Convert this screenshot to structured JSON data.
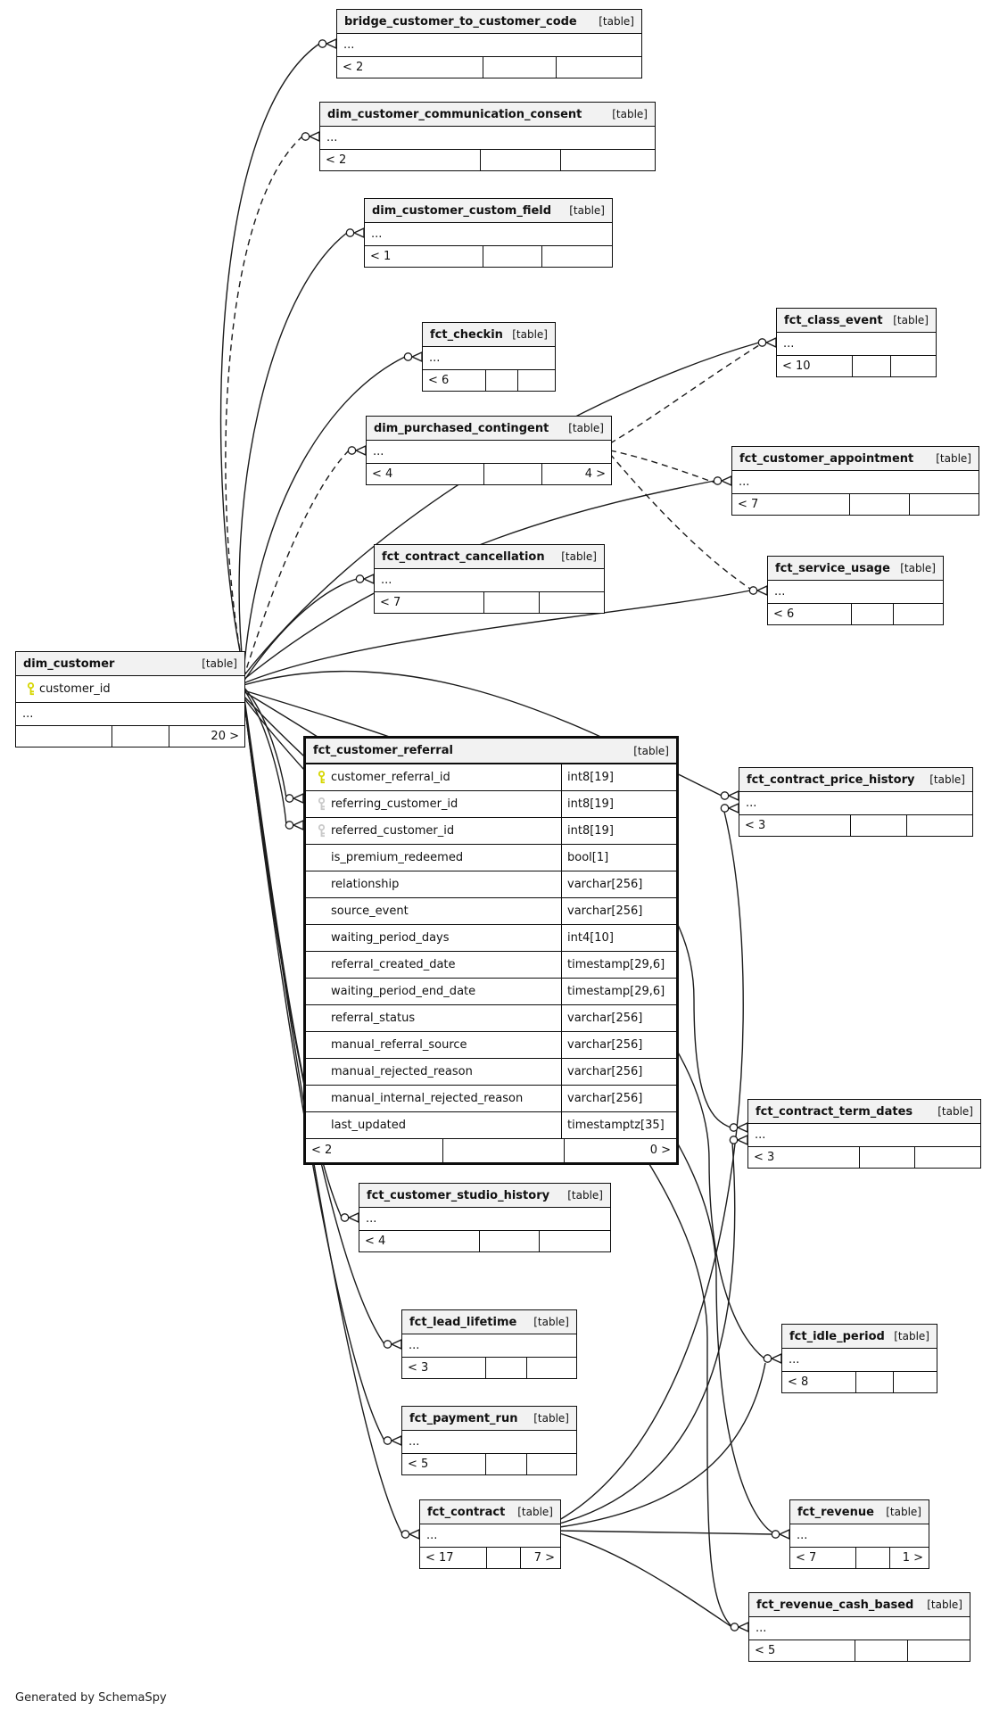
{
  "page": {
    "credit": "Generated by SchemaSpy"
  },
  "colors": {
    "header_bg": "#f2f2f2",
    "line": "#1c1c1c",
    "pk_key": "#d6d600",
    "fk_key": "#c9c9c9"
  },
  "tables": {
    "bridge": {
      "name": "bridge_customer_to_customer_code",
      "tag": "[table]",
      "ellipsis": "...",
      "footer_left": "< 2",
      "footer_mid": "",
      "footer_right": ""
    },
    "consent": {
      "name": "dim_customer_communication_consent",
      "tag": "[table]",
      "ellipsis": "...",
      "footer_left": "< 2",
      "footer_mid": "",
      "footer_right": ""
    },
    "custom_field": {
      "name": "dim_customer_custom_field",
      "tag": "[table]",
      "ellipsis": "...",
      "footer_left": "< 1",
      "footer_mid": "",
      "footer_right": ""
    },
    "class_event": {
      "name": "fct_class_event",
      "tag": "[table]",
      "ellipsis": "...",
      "footer_left": "< 10",
      "footer_mid": "",
      "footer_right": ""
    },
    "checkin": {
      "name": "fct_checkin",
      "tag": "[table]",
      "ellipsis": "...",
      "footer_left": "< 6",
      "footer_mid": "",
      "footer_right": ""
    },
    "contingent": {
      "name": "dim_purchased_contingent",
      "tag": "[table]",
      "ellipsis": "...",
      "footer_left": "< 4",
      "footer_mid": "",
      "footer_right": "4 >"
    },
    "appointment": {
      "name": "fct_customer_appointment",
      "tag": "[table]",
      "ellipsis": "...",
      "footer_left": "< 7",
      "footer_mid": "",
      "footer_right": ""
    },
    "cancellation": {
      "name": "fct_contract_cancellation",
      "tag": "[table]",
      "ellipsis": "...",
      "footer_left": "< 7",
      "footer_mid": "",
      "footer_right": ""
    },
    "service_usage": {
      "name": "fct_service_usage",
      "tag": "[table]",
      "ellipsis": "...",
      "footer_left": "< 6",
      "footer_mid": "",
      "footer_right": ""
    },
    "dim_customer": {
      "name": "dim_customer",
      "tag": "[table]",
      "pk_column": "customer_id",
      "ellipsis": "...",
      "footer_left": "",
      "footer_mid": "",
      "footer_right": "20 >"
    },
    "referral": {
      "name": "fct_customer_referral",
      "tag": "[table]",
      "columns": [
        {
          "name": "customer_referral_id",
          "type": "int8[19]",
          "key": "pk"
        },
        {
          "name": "referring_customer_id",
          "type": "int8[19]",
          "key": "fk"
        },
        {
          "name": "referred_customer_id",
          "type": "int8[19]",
          "key": "fk"
        },
        {
          "name": "is_premium_redeemed",
          "type": "bool[1]",
          "key": ""
        },
        {
          "name": "relationship",
          "type": "varchar[256]",
          "key": ""
        },
        {
          "name": "source_event",
          "type": "varchar[256]",
          "key": ""
        },
        {
          "name": "waiting_period_days",
          "type": "int4[10]",
          "key": ""
        },
        {
          "name": "referral_created_date",
          "type": "timestamp[29,6]",
          "key": ""
        },
        {
          "name": "waiting_period_end_date",
          "type": "timestamp[29,6]",
          "key": ""
        },
        {
          "name": "referral_status",
          "type": "varchar[256]",
          "key": ""
        },
        {
          "name": "manual_referral_source",
          "type": "varchar[256]",
          "key": ""
        },
        {
          "name": "manual_rejected_reason",
          "type": "varchar[256]",
          "key": ""
        },
        {
          "name": "manual_internal_rejected_reason",
          "type": "varchar[256]",
          "key": ""
        },
        {
          "name": "last_updated",
          "type": "timestamptz[35]",
          "key": ""
        }
      ],
      "footer_left": "< 2",
      "footer_mid": "",
      "footer_right": "0 >"
    },
    "price_history": {
      "name": "fct_contract_price_history",
      "tag": "[table]",
      "ellipsis": "...",
      "footer_left": "< 3",
      "footer_mid": "",
      "footer_right": ""
    },
    "term_dates": {
      "name": "fct_contract_term_dates",
      "tag": "[table]",
      "ellipsis": "...",
      "footer_left": "< 3",
      "footer_mid": "",
      "footer_right": ""
    },
    "studio_history": {
      "name": "fct_customer_studio_history",
      "tag": "[table]",
      "ellipsis": "...",
      "footer_left": "< 4",
      "footer_mid": "",
      "footer_right": ""
    },
    "lead_lifetime": {
      "name": "fct_lead_lifetime",
      "tag": "[table]",
      "ellipsis": "...",
      "footer_left": "< 3",
      "footer_mid": "",
      "footer_right": ""
    },
    "idle_period": {
      "name": "fct_idle_period",
      "tag": "[table]",
      "ellipsis": "...",
      "footer_left": "< 8",
      "footer_mid": "",
      "footer_right": ""
    },
    "payment_run": {
      "name": "fct_payment_run",
      "tag": "[table]",
      "ellipsis": "...",
      "footer_left": "< 5",
      "footer_mid": "",
      "footer_right": ""
    },
    "contract": {
      "name": "fct_contract",
      "tag": "[table]",
      "ellipsis": "...",
      "footer_left": "< 17",
      "footer_mid": "",
      "footer_right": "7 >"
    },
    "revenue": {
      "name": "fct_revenue",
      "tag": "[table]",
      "ellipsis": "...",
      "footer_left": "< 7",
      "footer_mid": "",
      "footer_right": "1 >"
    },
    "cash_based": {
      "name": "fct_revenue_cash_based",
      "tag": "[table]",
      "ellipsis": "...",
      "footer_left": "< 5",
      "footer_mid": "",
      "footer_right": ""
    }
  }
}
